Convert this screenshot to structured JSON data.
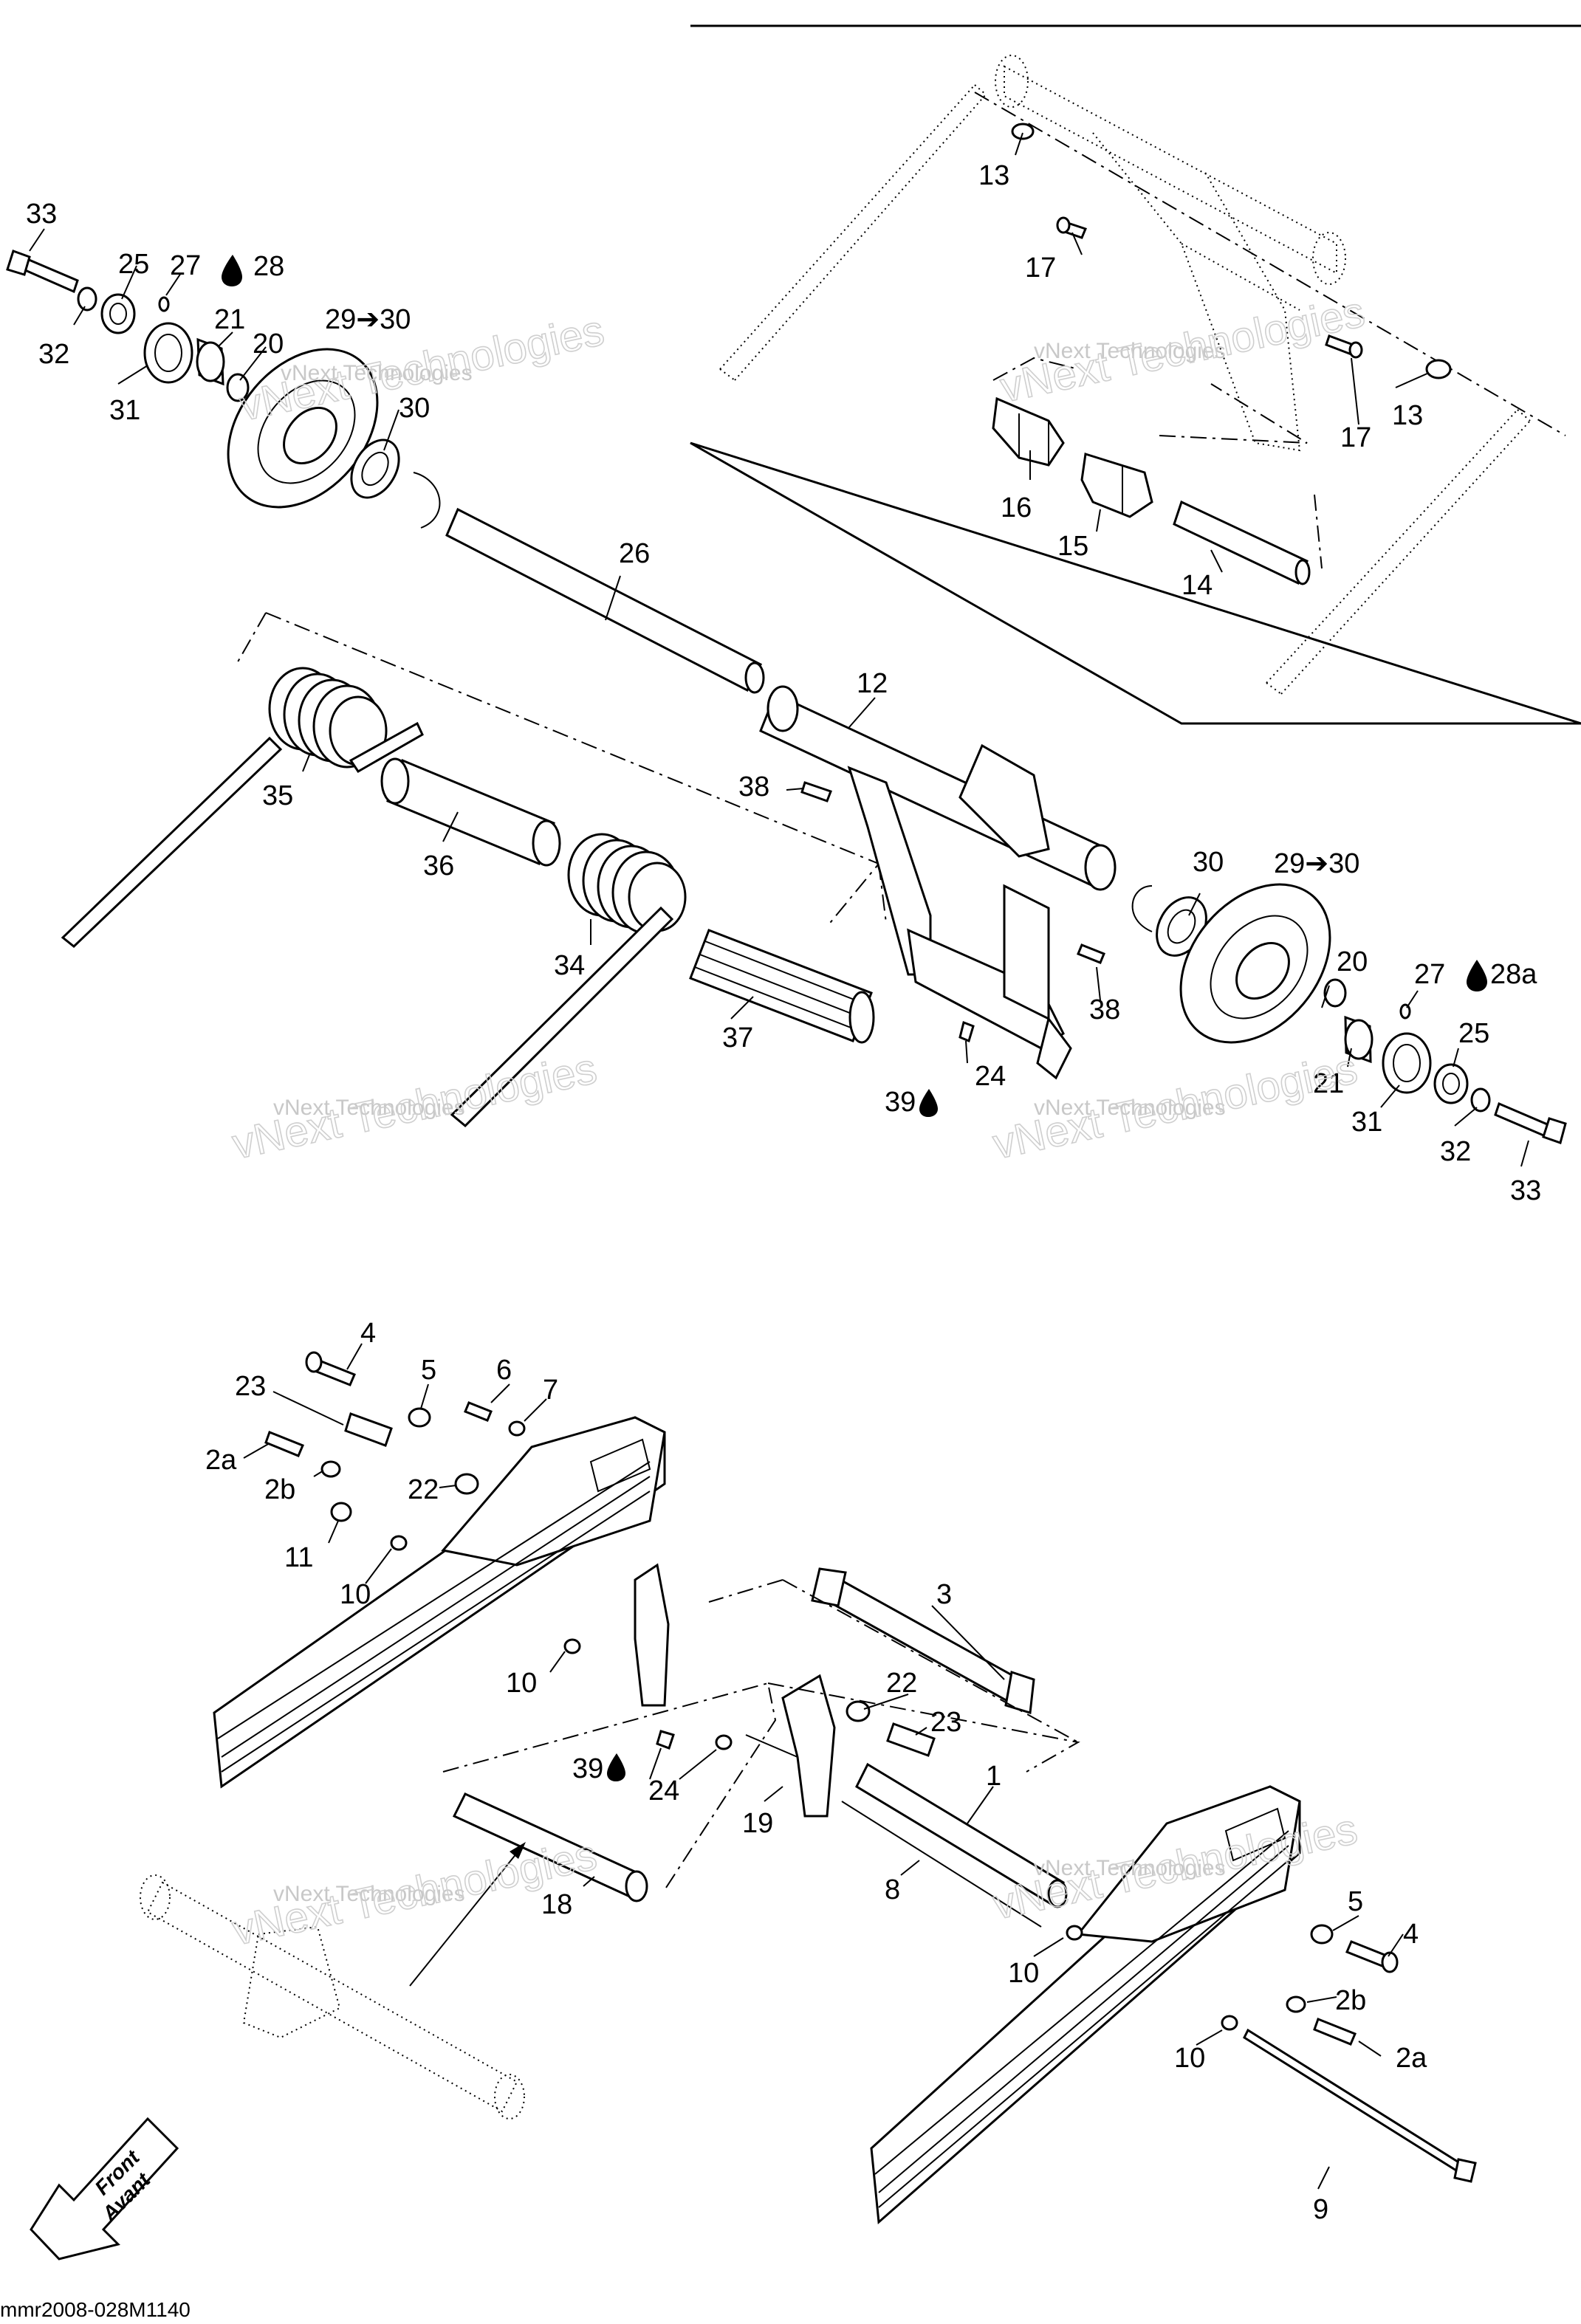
{
  "diagram_code": "mmr2008-028M1140",
  "watermark": {
    "small": "vNext Technologies",
    "big": "vNext Technologies"
  },
  "direction_badge": {
    "line1": "Front",
    "line2": "Avant"
  },
  "labels": {
    "p1": "1",
    "p2a": "2a",
    "p2b": "2b",
    "p3": "3",
    "p4": "4",
    "p5": "5",
    "p6": "6",
    "p7": "7",
    "p8": "8",
    "p9": "9",
    "p10": "10",
    "p11": "11",
    "p12": "12",
    "p13": "13",
    "p14": "14",
    "p15": "15",
    "p16": "16",
    "p17": "17",
    "p18": "18",
    "p19": "19",
    "p20": "20",
    "p21": "21",
    "p22": "22",
    "p23": "23",
    "p24": "24",
    "p25": "25",
    "p26": "26",
    "p27": "27",
    "p28": "28",
    "p28a": "28a",
    "p29_30": "29➔30",
    "p30": "30",
    "p31": "31",
    "p32": "32",
    "p33": "33",
    "p34": "34",
    "p35": "35",
    "p36": "36",
    "p37": "37",
    "p38": "38",
    "p39": "39"
  }
}
